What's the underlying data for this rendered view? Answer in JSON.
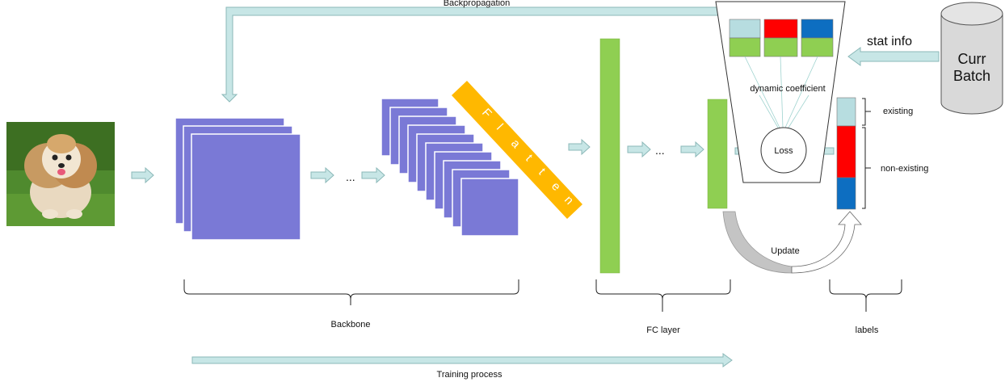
{
  "labels": {
    "backpropagation": "Backpropagation",
    "stat_info": "stat info",
    "curr_batch_line1": "Curr",
    "curr_batch_line2": "Batch",
    "dynamic_coefficient": "dynamic coefficient",
    "loss": "Loss",
    "existing": "existing",
    "non_existing": "non-existing",
    "update": "Update",
    "backbone": "Backbone",
    "fc_layer": "FC layer",
    "labels": "labels",
    "training_process": "Training process",
    "ellipsis": "...",
    "flatten_letters": [
      "F",
      "l",
      "a",
      "t",
      "t",
      "e",
      "n"
    ]
  },
  "colors": {
    "feature_map": "#7a79d6",
    "fc_green": "#8fcf52",
    "flatten_orange": "#ffb800",
    "arrow_fill": "#c7e6e6",
    "arrow_stroke": "#8bb8b8",
    "label_light_blue": "#b7dde0",
    "label_red": "#ff0000",
    "label_blue": "#0d6ec1",
    "cylinder_gray": "#d9d9d9",
    "update_gray": "#c4c4c4"
  },
  "icons": {
    "input_image": "dog-photo-icon",
    "data_source": "database-cylinder-icon"
  }
}
